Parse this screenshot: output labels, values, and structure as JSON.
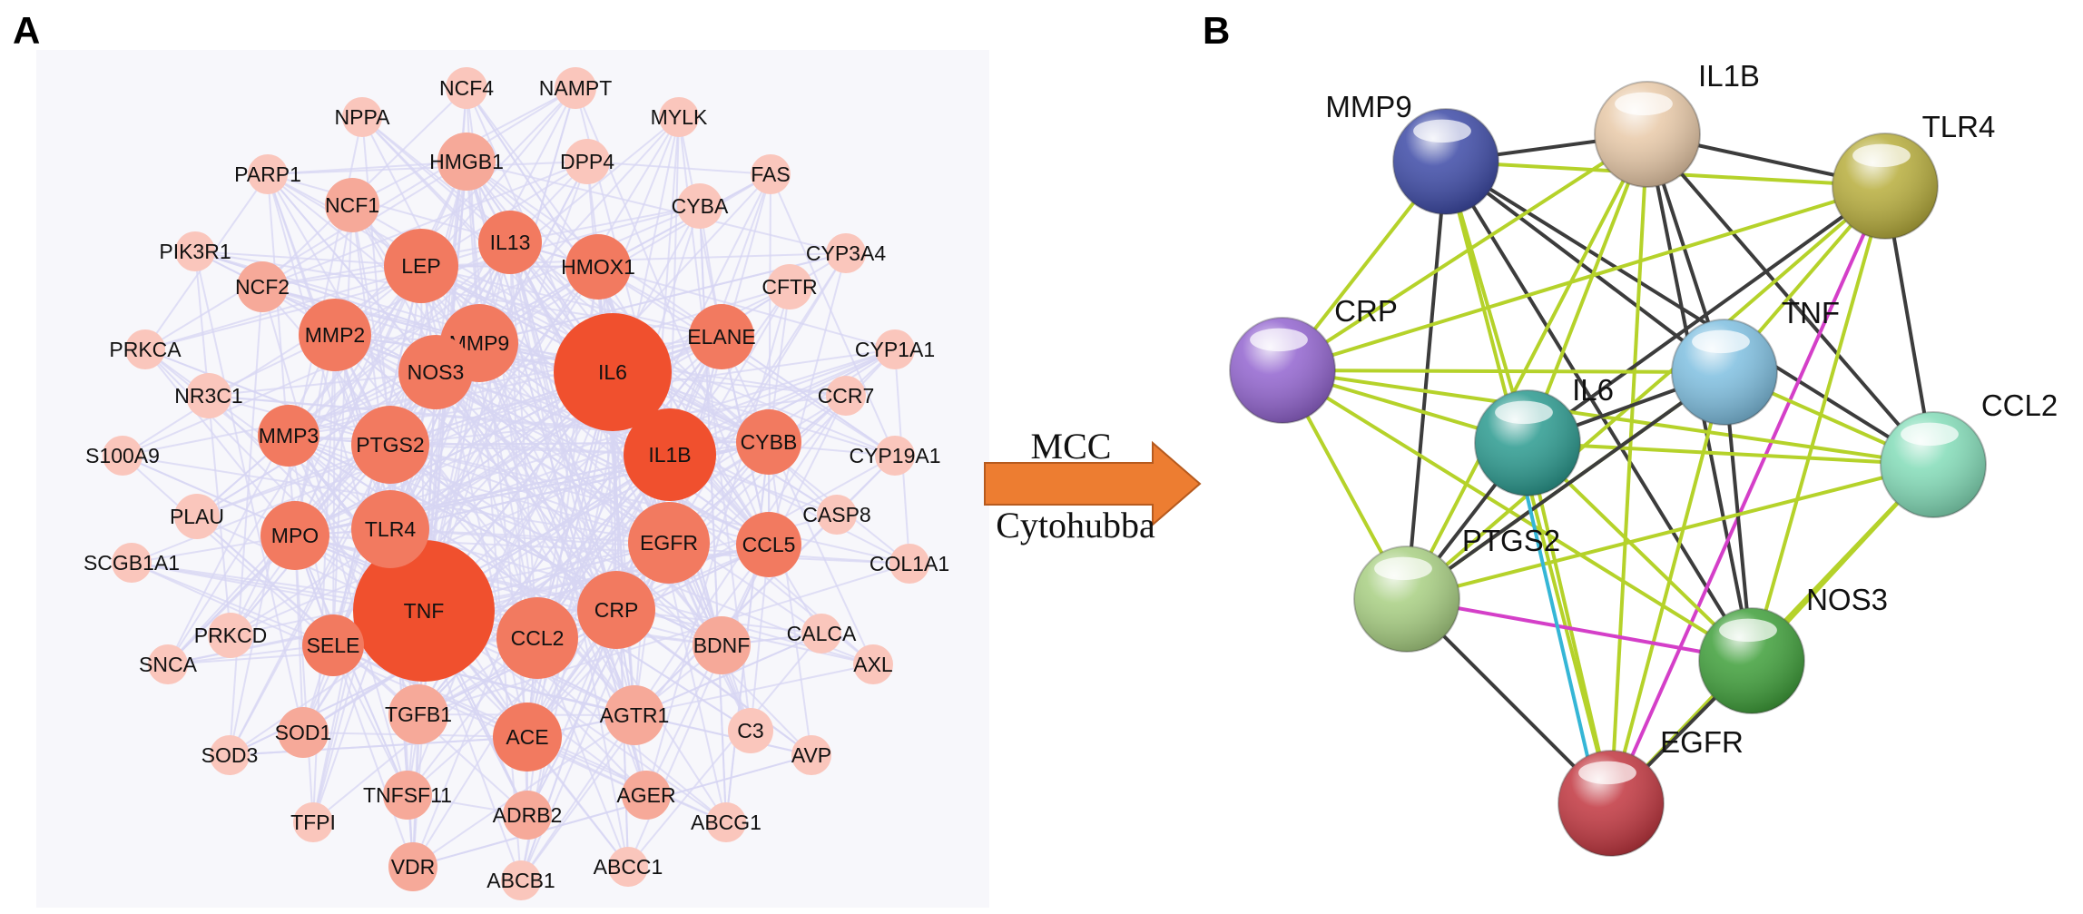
{
  "panel_a": {
    "label": "A",
    "nodes": [
      "IL6",
      "TNF",
      "IL1B",
      "EGFR",
      "TLR4",
      "MMP9",
      "PTGS2",
      "CCL2",
      "CRP",
      "NOS3",
      "LEP",
      "MMP2",
      "MPO",
      "ACE",
      "CYBB",
      "CCL5",
      "ELANE",
      "HMOX1",
      "IL13",
      "SELE",
      "MMP3",
      "HMGB1",
      "TGFB1",
      "AGTR1",
      "BDNF",
      "NCF1",
      "NCF2",
      "DPP4",
      "CYBA",
      "CFTR",
      "NR3C1",
      "PLAU",
      "PRKCD",
      "SOD1",
      "C3",
      "ADRB2",
      "AGER",
      "TNFSF11",
      "VDR",
      "NCF4",
      "NAMPT",
      "NPPA",
      "MYLK",
      "FAS",
      "PARP1",
      "PIK3R1",
      "CYP3A4",
      "PRKCA",
      "CYP1A1",
      "CCR7",
      "S100A9",
      "CYP19A1",
      "CASP8",
      "SCGB1A1",
      "COL1A1",
      "SNCA",
      "CALCA",
      "AXL",
      "SOD3",
      "AVP",
      "TFPI",
      "ABCG1",
      "ABCB1",
      "ABCC1"
    ]
  },
  "arrow": {
    "top_text": "MCC",
    "bottom_text": "Cytohubba",
    "color": "#ed7d31"
  },
  "panel_b": {
    "label": "B",
    "nodes": [
      "MMP9",
      "IL1B",
      "TLR4",
      "CRP",
      "TNF",
      "IL6",
      "CCL2",
      "PTGS2",
      "NOS3",
      "EGFR"
    ]
  },
  "colors": {
    "hub_strong": "#f0502e",
    "hub_mid": "#f27a60",
    "hub_light": "#f6a999",
    "node_faint": "#fac6bc",
    "edge_a": "#d7d5f3",
    "edge_dark": "#3c3c3c",
    "edge_green": "#b5d22a",
    "edge_magenta": "#d43fc8",
    "edge_cyan": "#35b6d6"
  }
}
